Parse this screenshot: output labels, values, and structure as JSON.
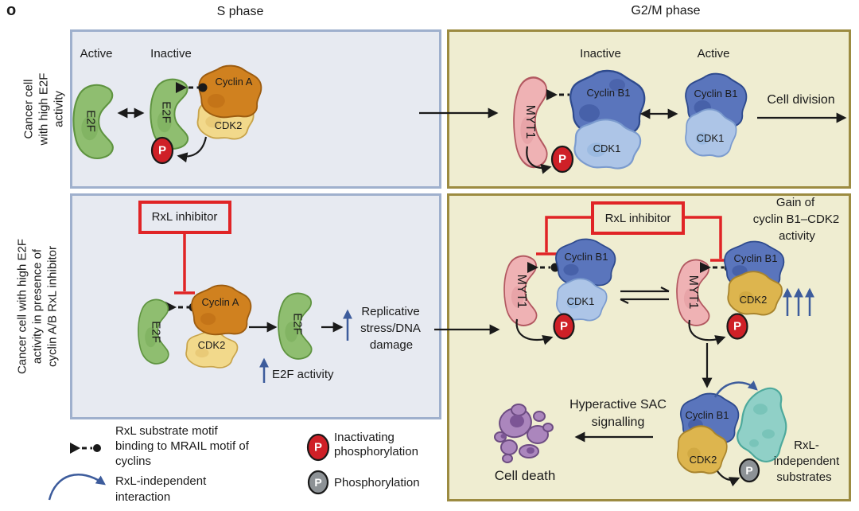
{
  "panel_label": "o",
  "headers": {
    "left": "S phase",
    "right": "G2/M phase"
  },
  "side_labels": {
    "top_lines": [
      "Cancer cell",
      "with high E2F",
      "activity"
    ],
    "bottom_lines": [
      "Cancer cell with high E2F",
      "activity in presence of",
      "cyclin A/B RxL inhibitor"
    ]
  },
  "top_left_panel": {
    "active_label": "Active",
    "inactive_label": "Inactive",
    "e2f_active": "E2F",
    "e2f_inactive": "E2F",
    "cyclin_a": "Cyclin A",
    "cdk2": "CDK2",
    "p": "P"
  },
  "top_right_panel": {
    "inactive_label": "Inactive",
    "active_label": "Active",
    "myt1": "MYT1",
    "cyclin_b1_inactive": "Cyclin B1",
    "cdk1_inactive": "CDK1",
    "cyclin_b1_active": "Cyclin B1",
    "cdk1_active": "CDK1",
    "p": "P",
    "cell_division": "Cell division"
  },
  "bottom_left_panel": {
    "rxl_inhibitor": "RxL inhibitor",
    "e2f_bound": "E2F",
    "cyclin_a": "Cyclin A",
    "cdk2": "CDK2",
    "e2f_free": "E2F",
    "e2f_activity": "E2F activity",
    "replicative_lines": [
      "Replicative",
      "stress/DNA",
      "damage"
    ]
  },
  "bottom_right_panel": {
    "rxl_inhibitor": "RxL inhibitor",
    "gain_lines": [
      "Gain of",
      "cyclin B1–CDK2",
      "activity"
    ],
    "myt1_left": "MYT1",
    "cyclin_b1_left": "Cyclin B1",
    "cdk1_left": "CDK1",
    "p_left": "P",
    "myt1_right": "MYT1",
    "cyclin_b1_right": "Cyclin B1",
    "cdk2_right": "CDK2",
    "p_right": "P",
    "cyclin_b1_bottom": "Cyclin B1",
    "cdk2_bottom": "CDK2",
    "p_gray": "P",
    "hyperactive_lines": [
      "Hyperactive SAC",
      "signalling"
    ],
    "cell_death": "Cell death",
    "rxl_independent_lines": [
      "RxL-",
      "independent",
      "substrates"
    ]
  },
  "legend": {
    "rxl_motif_lines": [
      "RxL substrate motif",
      "binding to MRAIL motif of",
      "cyclins"
    ],
    "rxl_independent_lines": [
      "RxL-independent",
      "interaction"
    ],
    "p_red": "P",
    "inactivating_lines": [
      "Inactivating",
      "phosphorylation"
    ],
    "p_gray": "P",
    "phosphorylation": "Phosphorylation"
  },
  "colors": {
    "blue_panel_fill": "#e7eaf1",
    "blue_panel_border": "#9fb0cd",
    "yellow_panel_fill": "#efedd1",
    "yellow_panel_border": "#9c8b41",
    "e2f_green": "#8fbe70",
    "cyclin_a_orange": "#d0811f",
    "cdk2_pale_yellow": "#f2d98b",
    "myt1_pink": "#efb2b4",
    "cyclin_b1_blue": "#5a75bc",
    "cdk1_light_blue": "#adc5e7",
    "cdk2_gold": "#ddb54e",
    "substrate_teal": "#90d0c7",
    "cell_death_purple": "#ab86bd",
    "inhibitor_red": "#e02426",
    "phospho_red": "#cf2027",
    "phospho_gray": "#8d9296",
    "arrow_blue": "#3d5c9c",
    "line_black": "#1a1a1a"
  }
}
